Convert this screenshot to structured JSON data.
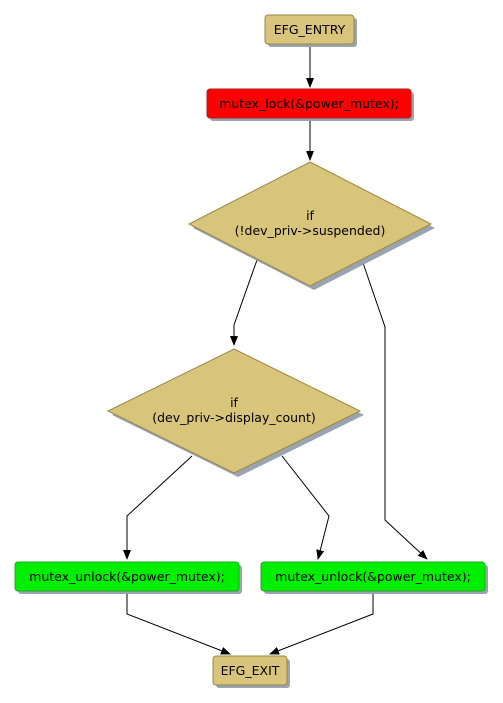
{
  "colors": {
    "decision_fill": "#d8c47a",
    "terminal_fill": "#d8c47a",
    "lock_fill": "#ff0000",
    "unlock_fill": "#00ee00",
    "border": "#998844",
    "shadow": "#9aa3b2",
    "edge": "#000000"
  },
  "nodes": {
    "entry": {
      "label": "EFG_ENTRY"
    },
    "lock": {
      "label": "mutex_lock(&power_mutex);"
    },
    "if_suspended": {
      "line1": "if",
      "line2": "(!dev_priv->suspended)"
    },
    "if_display_count": {
      "line1": "if",
      "line2": "(dev_priv->display_count)"
    },
    "unlock_left": {
      "label": "mutex_unlock(&power_mutex);"
    },
    "unlock_right": {
      "label": "mutex_unlock(&power_mutex);"
    },
    "exit": {
      "label": "EFG_EXIT"
    }
  }
}
